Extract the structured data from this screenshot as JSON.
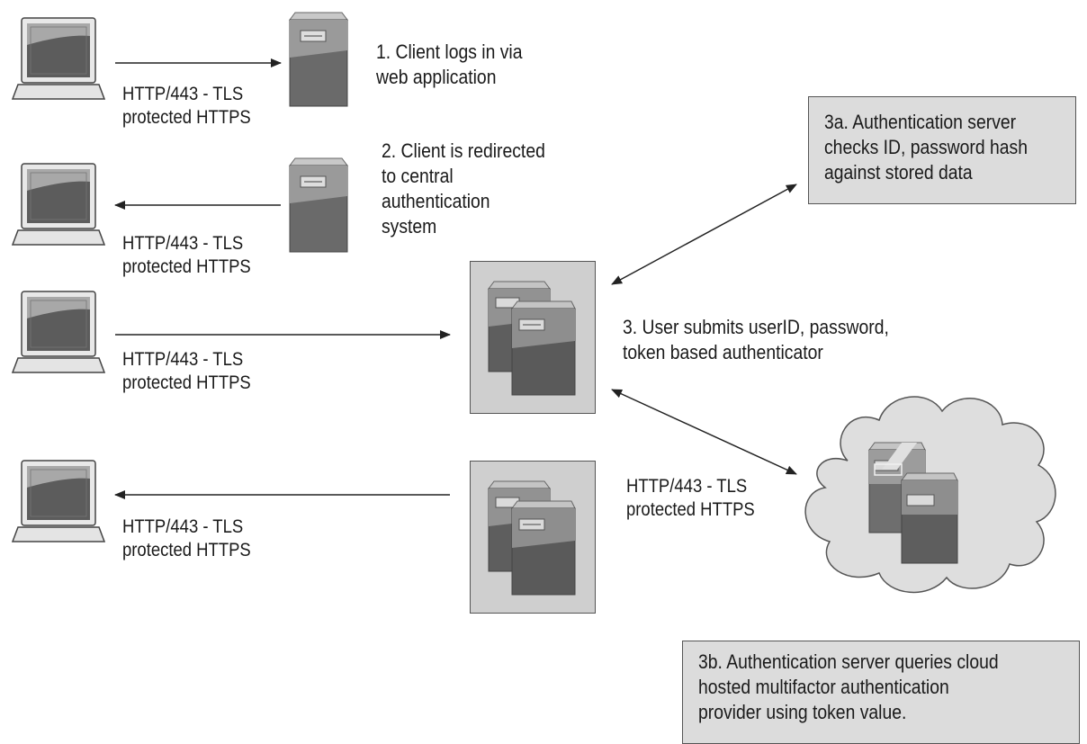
{
  "protocol_labels": [
    {
      "line1": "HTTP/443 - TLS",
      "line2": "protected HTTPS"
    },
    {
      "line1": "HTTP/443 - TLS",
      "line2": "protected HTTPS"
    },
    {
      "line1": "HTTP/443 - TLS",
      "line2": "protected HTTPS"
    },
    {
      "line1": "HTTP/443 - TLS",
      "line2": "protected HTTPS"
    },
    {
      "line1": "HTTP/443 - TLS",
      "line2": "protected HTTPS"
    }
  ],
  "steps": {
    "step1": [
      "1. Client logs in via",
      "web application"
    ],
    "step2": [
      "2. Client is redirected",
      "to central",
      "authentication",
      "system"
    ],
    "step3": [
      "3. User submits userID, password,",
      "token based authenticator"
    ],
    "step3a": [
      "3a. Authentication server",
      "checks ID, password hash",
      "against stored data"
    ],
    "step3b": [
      "3b. Authentication server queries cloud",
      "hosted multifactor authentication",
      "provider using token value."
    ]
  }
}
